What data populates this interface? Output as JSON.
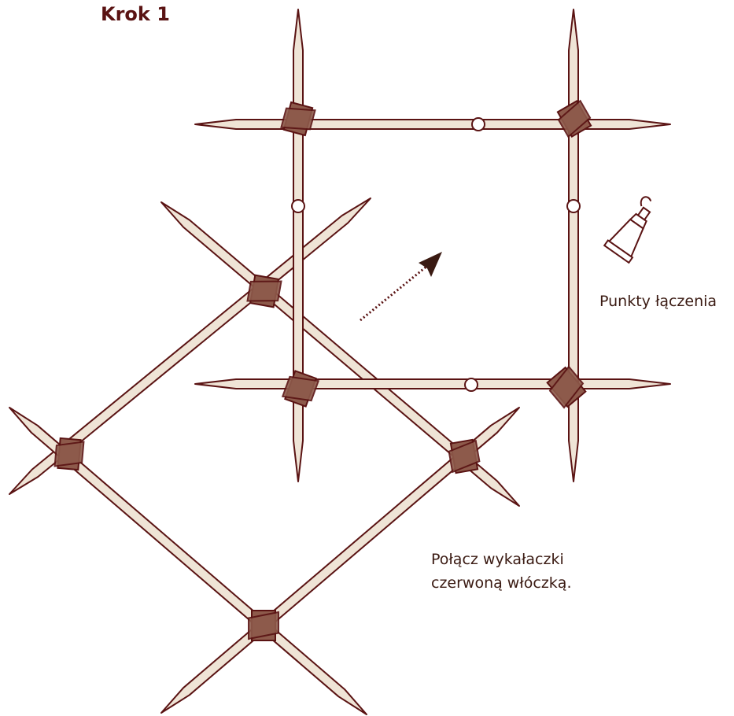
{
  "title": "Krok 1",
  "labels": {
    "joints": "Punkty łączenia",
    "instruction_line1": "Połącz wykałaczki",
    "instruction_line2": "czerwoną włóczką."
  },
  "icons": {
    "glue": "glue-tube-icon",
    "arrow": "move-arrow-icon"
  },
  "colors": {
    "stick_fill": "#efe4d6",
    "stick_outline": "#5a1313",
    "yarn_fill": "#8d5a4b",
    "yarn_dark": "#6b3a2f"
  }
}
